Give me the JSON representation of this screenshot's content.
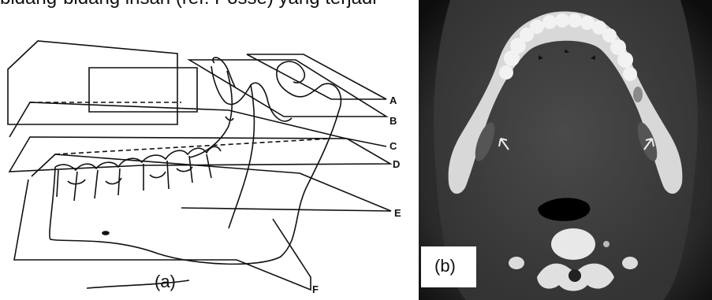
{
  "header_fragment": "bidang-bidang irisan (ref: Posse) yang terjadi",
  "panel_a": {
    "caption": "(a)",
    "plane_labels": [
      "A",
      "B",
      "C",
      "D",
      "E",
      "F"
    ]
  },
  "panel_b": {
    "caption": "(b)"
  }
}
